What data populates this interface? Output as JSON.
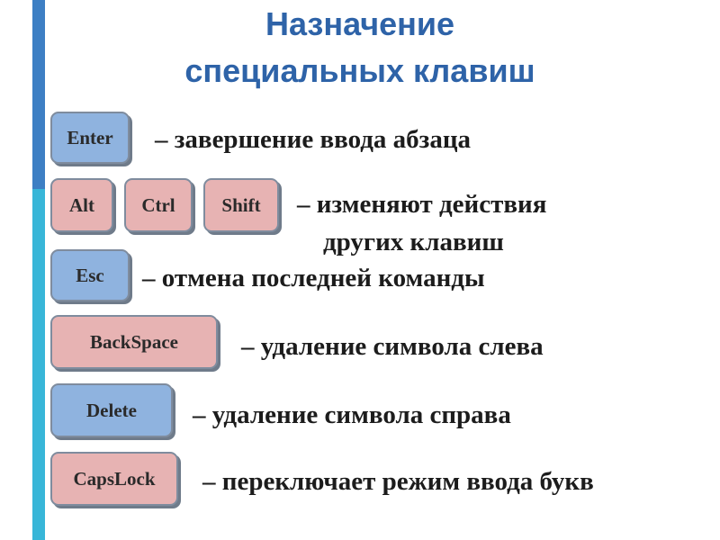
{
  "title": {
    "line1": "Назначение",
    "line2": "специальных клавиш"
  },
  "rows": {
    "enter": {
      "key": "Enter",
      "desc": "– завершение ввода абзаца"
    },
    "modifiers": {
      "alt": "Alt",
      "ctrl": "Ctrl",
      "shift": "Shift",
      "desc1": "–  изменяют действия",
      "desc2": "других клавиш"
    },
    "esc": {
      "key": "Esc",
      "desc": "– отмена последней команды"
    },
    "backspace": {
      "key": "BackSpace",
      "desc": "– удаление символа слева"
    },
    "delete": {
      "key": "Delete",
      "desc": "– удаление символа справа"
    },
    "capslock": {
      "key": "CapsLock",
      "desc": "– переключает режим ввода букв"
    }
  }
}
